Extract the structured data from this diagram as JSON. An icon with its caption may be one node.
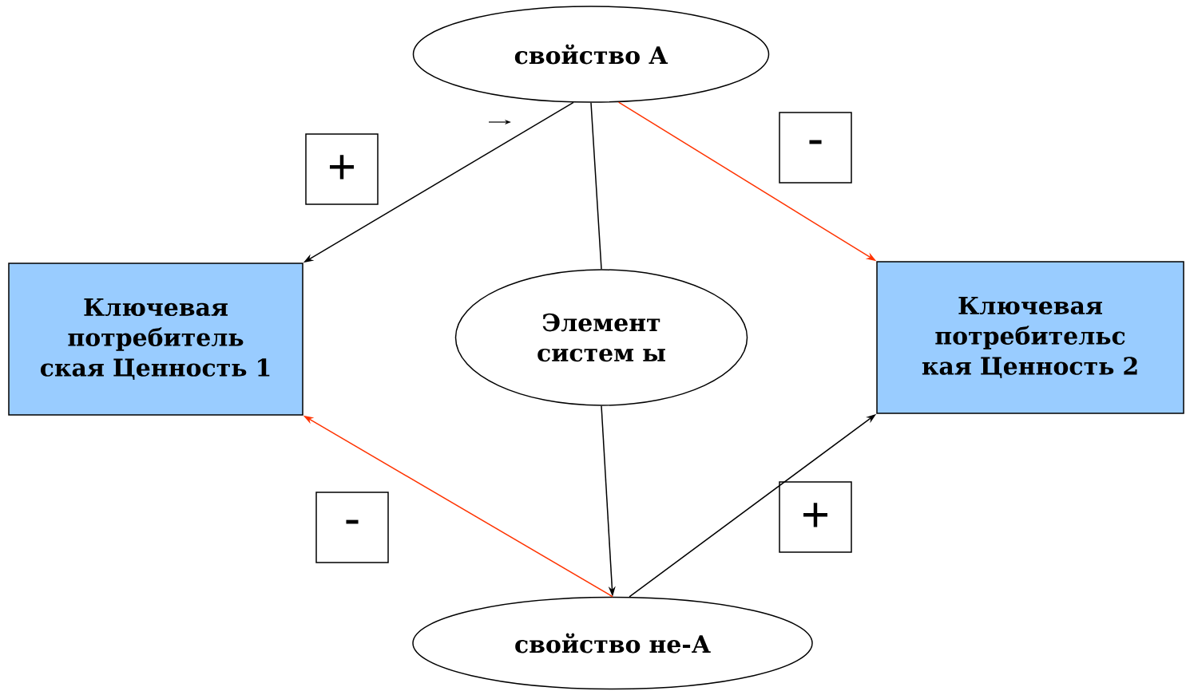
{
  "diagram": {
    "nodes": [
      {
        "text": [
          "свойство А"
        ]
      },
      {
        "text": [
          "+"
        ]
      },
      {
        "text": [
          "-"
        ]
      },
      {
        "text": [
          "Ключевая потребитель ская Ценность 1"
        ]
      },
      {
        "text": [
          "Элемент систем ы"
        ]
      },
      {
        "text": [
          "Ключевая потребительс кая Ценность 2"
        ]
      },
      {
        "text": [
          "-"
        ]
      },
      {
        "text": [
          "+"
        ]
      },
      {
        "text": [
          "свойство не-А"
        ]
      }
    ],
    "edges": [
      {
        "from": 0,
        "to": 3,
        "arrow": "to"
      },
      {
        "from": 0,
        "to": 5,
        "arrow": "to",
        "color": "#ff3300"
      },
      {
        "from": 0,
        "to": 4,
        "arrow": "none"
      },
      {
        "from": 4,
        "to": 8,
        "arrow": "to"
      },
      {
        "from": 8,
        "to": 3,
        "arrow": "to",
        "color": "#ff3300"
      },
      {
        "from": 8,
        "to": 5,
        "arrow": "to"
      }
    ]
  }
}
